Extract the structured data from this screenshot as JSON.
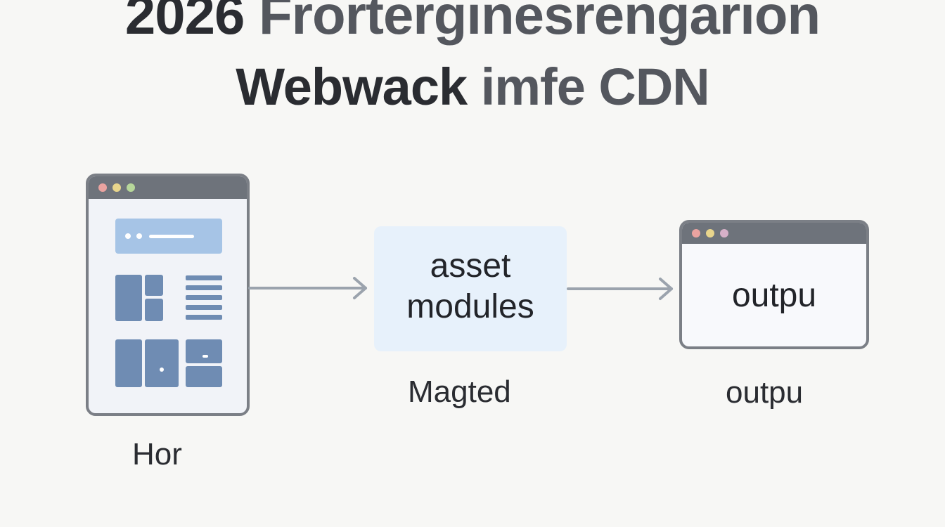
{
  "title": {
    "line1_year": "2026",
    "line1_rest": "Frorterginesrengarion",
    "line2_bold": "Webwack",
    "line2_rest": "imfe CDN"
  },
  "nodes": {
    "source": {
      "label": "Hor"
    },
    "process": {
      "text": "asset modules",
      "label": "Magted"
    },
    "output": {
      "text": "outpu",
      "label": "outpu"
    }
  },
  "colors": {
    "background": "#f7f7f5",
    "window_border": "#7b7f86",
    "window_bar": "#6e737b",
    "content_block": "#6f8cb3",
    "header_block": "#a6c4e6",
    "process_fill": "#e7f1fb",
    "arrow": "#9ba3ad",
    "text": "#222429"
  }
}
